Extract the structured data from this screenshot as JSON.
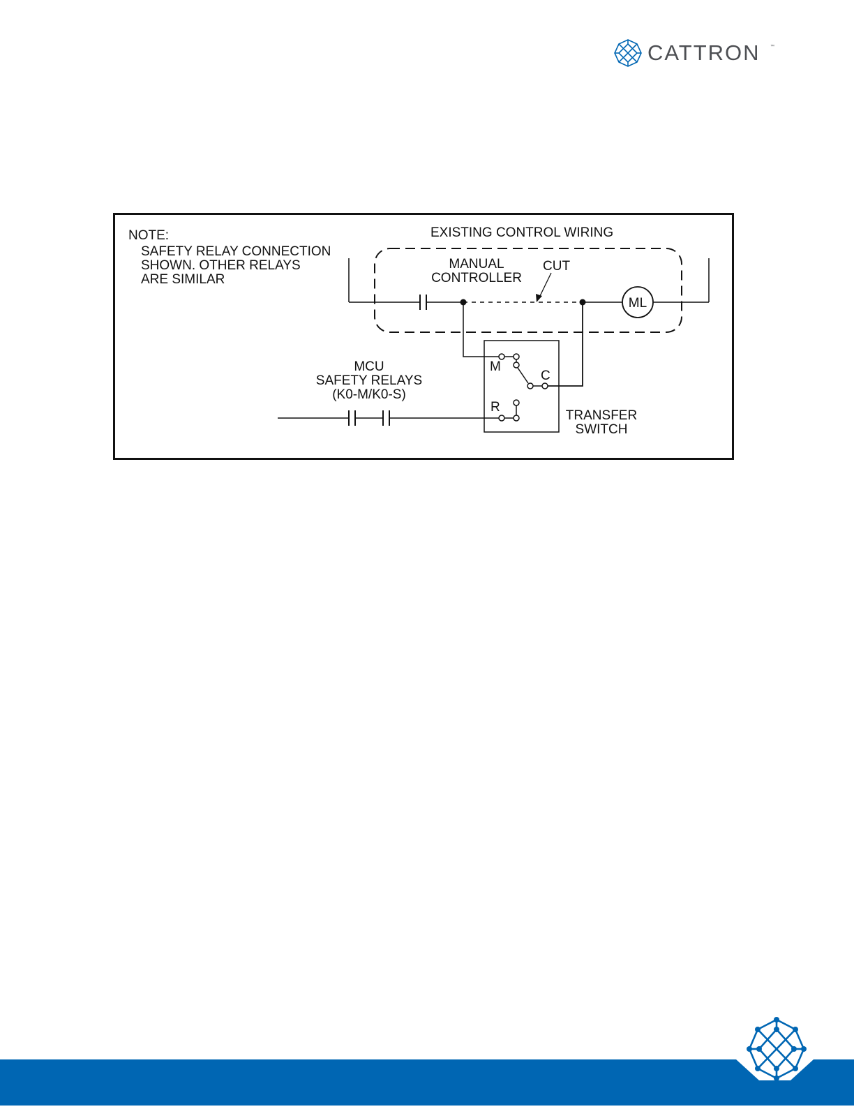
{
  "brand": {
    "name": "CATTRON",
    "trademark": "™",
    "color": "#0066b3",
    "text_color": "#4d4f53"
  },
  "diagram": {
    "note_title": "NOTE:",
    "note_lines": [
      "SAFETY RELAY CONNECTION",
      "SHOWN. OTHER RELAYS",
      "ARE SIMILAR"
    ],
    "existing_wiring_label": "EXISTING CONTROL WIRING",
    "manual_controller_lines": [
      "MANUAL",
      "CONTROLLER"
    ],
    "cut_label": "CUT",
    "ml_label": "ML",
    "mcu_lines": [
      "MCU",
      "SAFETY RELAYS",
      "(K0-M/K0-S)"
    ],
    "switch_m": "M",
    "switch_c": "C",
    "switch_r": "R",
    "transfer_switch_lines": [
      "TRANSFER",
      "SWITCH"
    ]
  },
  "footer": {
    "bar_color": "#0066b3",
    "icon": "cattron-network-icon"
  }
}
